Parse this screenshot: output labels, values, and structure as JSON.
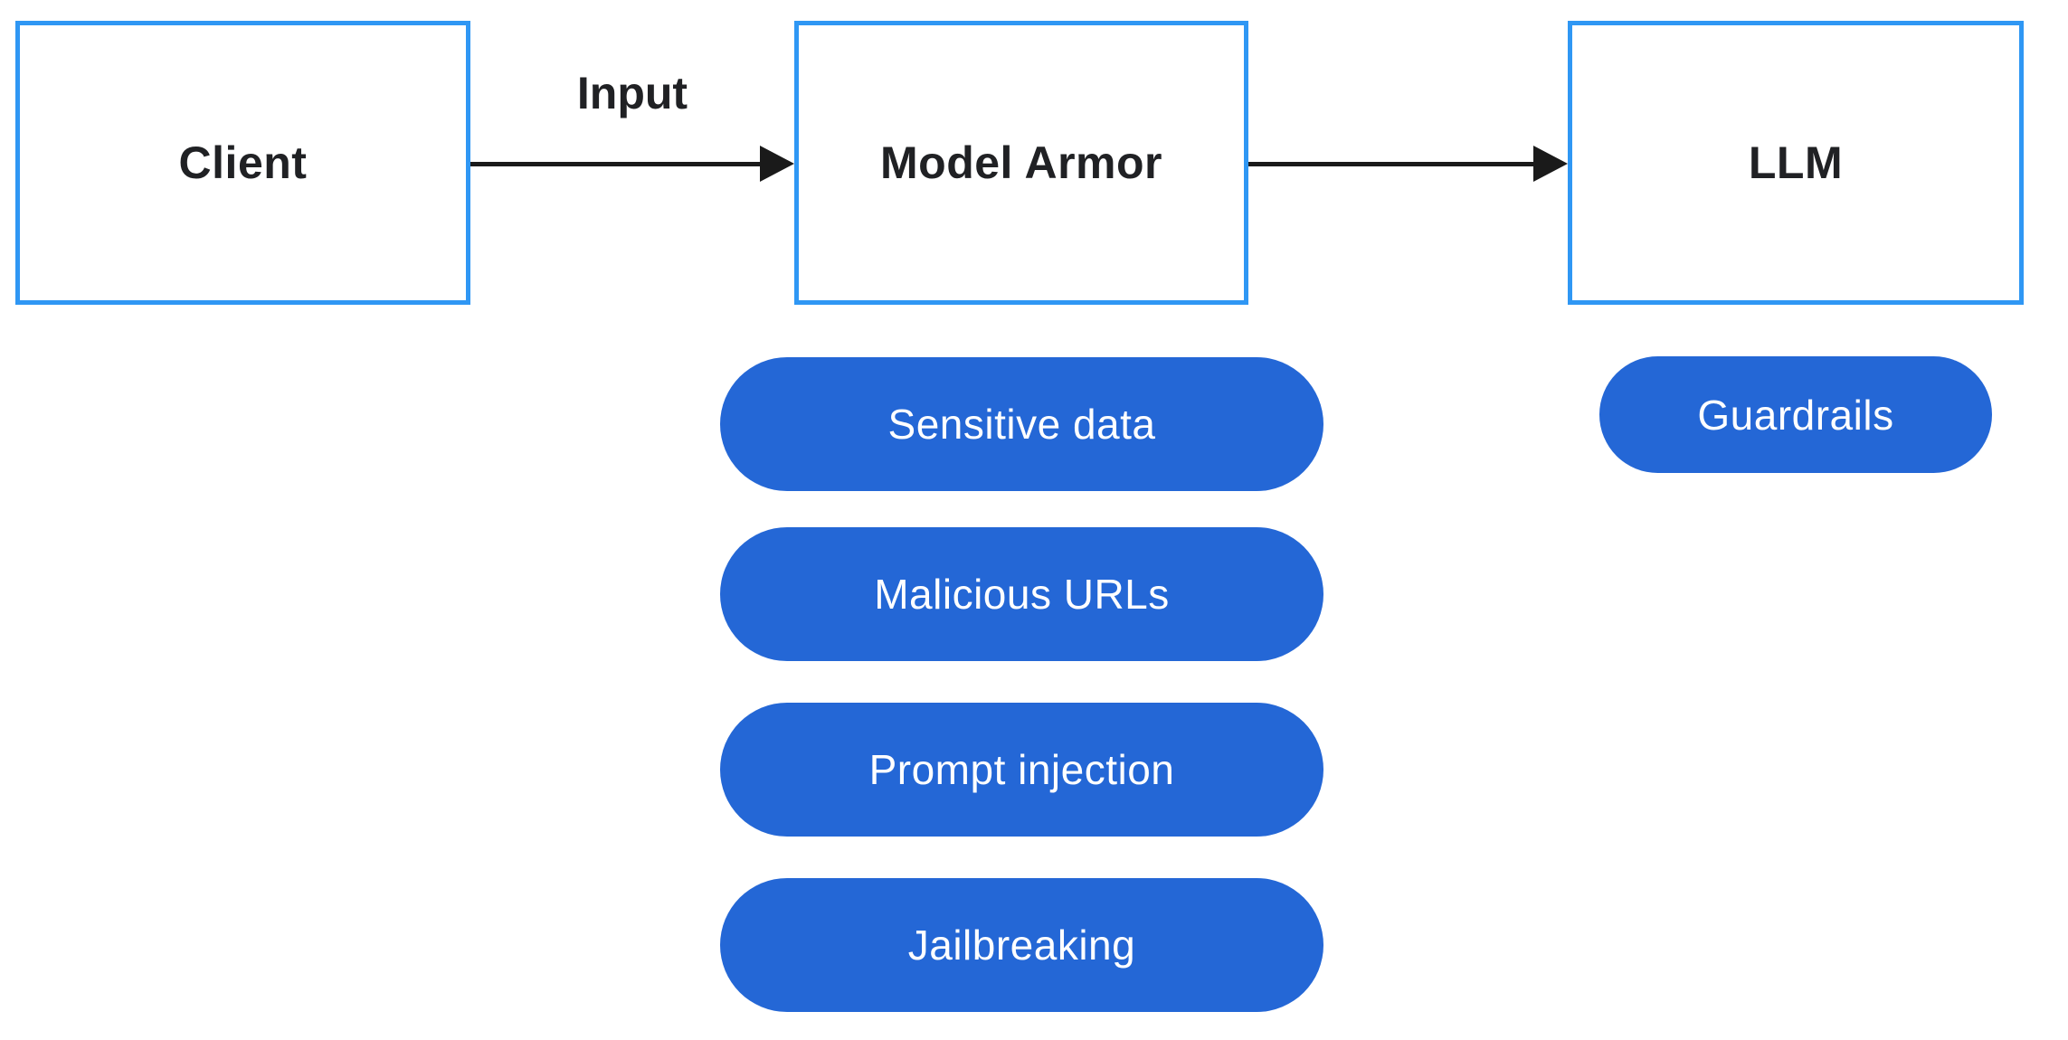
{
  "nodes": {
    "client": {
      "label": "Client"
    },
    "model_armor": {
      "label": "Model Armor"
    },
    "llm": {
      "label": "LLM"
    }
  },
  "edges": {
    "client_to_model_armor": {
      "label": "Input"
    },
    "model_armor_to_llm": {
      "label": ""
    }
  },
  "model_armor_checks": {
    "items": [
      "Sensitive data",
      "Malicious URLs",
      "Prompt injection",
      "Jailbreaking"
    ]
  },
  "llm_badge": {
    "label": "Guardrails"
  },
  "colors": {
    "background": "#ffffff",
    "box_border": "#2f97f4",
    "box_text": "#202124",
    "arrow": "#1a1a1a",
    "pill_fill": "#2467d6",
    "pill_text": "#ffffff"
  }
}
